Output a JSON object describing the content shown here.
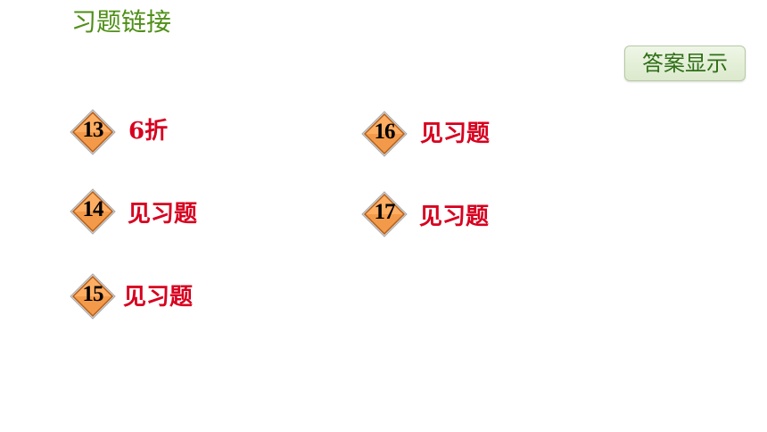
{
  "header": {
    "title": "习题链接"
  },
  "answer_button": {
    "label": "答案显示"
  },
  "items": [
    {
      "number": "13",
      "answer": "6折"
    },
    {
      "number": "14",
      "answer": "见习题"
    },
    {
      "number": "15",
      "answer": "见习题"
    },
    {
      "number": "16",
      "answer": "见习题"
    },
    {
      "number": "17",
      "answer": "见习题"
    }
  ],
  "colors": {
    "title": "#4f8f17",
    "answer_text": "#d7001f",
    "badge_fill": "#f39a4a",
    "badge_edge": "#b85d15"
  }
}
